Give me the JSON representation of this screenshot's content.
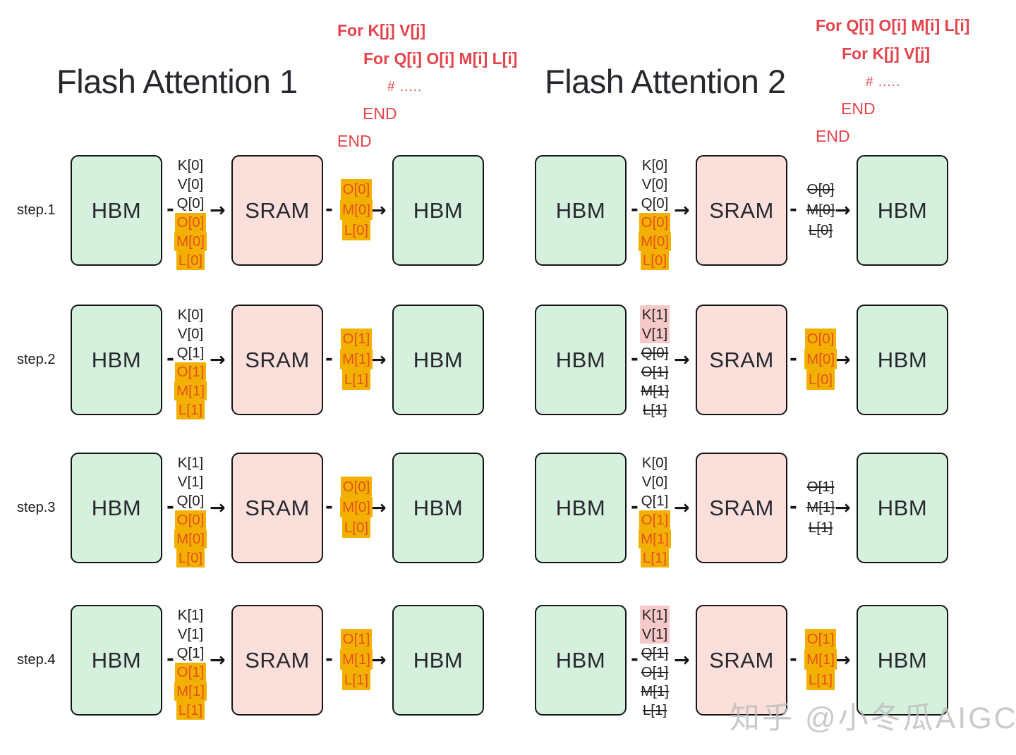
{
  "colors": {
    "hbm_fill": "#d6f0de",
    "sram_fill": "#fadfdb",
    "box_border": "#151515",
    "hl_orange": "#f2b100",
    "hl_orange_text": "#e8501e",
    "hl_pink": "#f8c9c9",
    "code_red": "#e5444c",
    "label_black": "#222222",
    "title_color": "#26282e",
    "watermark_gray": "#bdbdbd"
  },
  "glyphs": {
    "arrow": "→",
    "dash": "-"
  },
  "box_labels": {
    "source": "HBM",
    "compute": "SRAM",
    "dest": "HBM"
  },
  "watermark": "知乎 @小冬瓜AIGC",
  "panels": [
    {
      "title": "Flash Attention 1",
      "code_lines": [
        {
          "text": "For K[j] V[j]"
        },
        {
          "text": "For Q[i] O[i] M[i] L[i]"
        },
        {
          "text": "# ....."
        },
        {
          "text": "END"
        },
        {
          "text": "END"
        }
      ],
      "steps": [
        {
          "label": "step.1",
          "load_labels": [
            {
              "t": "K[0]",
              "s": "plain"
            },
            {
              "t": "V[0]",
              "s": "plain"
            },
            {
              "t": "Q[0]",
              "s": "plain"
            },
            {
              "t": "O[0]",
              "s": "orange"
            },
            {
              "t": "M[0]",
              "s": "orange"
            },
            {
              "t": "L[0]",
              "s": "orange"
            }
          ],
          "store_labels": [
            {
              "t": "O[0]",
              "s": "orange"
            },
            {
              "t": "M[0]",
              "s": "orange"
            },
            {
              "t": "L[0]",
              "s": "orange"
            }
          ]
        },
        {
          "label": "step.2",
          "load_labels": [
            {
              "t": "K[0]",
              "s": "plain"
            },
            {
              "t": "V[0]",
              "s": "plain"
            },
            {
              "t": "Q[1]",
              "s": "plain"
            },
            {
              "t": "O[1]",
              "s": "orange"
            },
            {
              "t": "M[1]",
              "s": "orange"
            },
            {
              "t": "L[1]",
              "s": "orange"
            }
          ],
          "store_labels": [
            {
              "t": "O[1]",
              "s": "orange"
            },
            {
              "t": "M[1]",
              "s": "orange"
            },
            {
              "t": "L[1]",
              "s": "orange"
            }
          ]
        },
        {
          "label": "step.3",
          "load_labels": [
            {
              "t": "K[1]",
              "s": "plain"
            },
            {
              "t": "V[1]",
              "s": "plain"
            },
            {
              "t": "Q[0]",
              "s": "plain"
            },
            {
              "t": "O[0]",
              "s": "orange"
            },
            {
              "t": "M[0]",
              "s": "orange"
            },
            {
              "t": "L[0]",
              "s": "orange"
            }
          ],
          "store_labels": [
            {
              "t": "O[0]",
              "s": "orange"
            },
            {
              "t": "M[0]",
              "s": "orange"
            },
            {
              "t": "L[0]",
              "s": "orange"
            }
          ]
        },
        {
          "label": "step.4",
          "load_labels": [
            {
              "t": "K[1]",
              "s": "plain"
            },
            {
              "t": "V[1]",
              "s": "plain"
            },
            {
              "t": "Q[1]",
              "s": "plain"
            },
            {
              "t": "O[1]",
              "s": "orange"
            },
            {
              "t": "M[1]",
              "s": "orange"
            },
            {
              "t": "L[1]",
              "s": "orange"
            }
          ],
          "store_labels": [
            {
              "t": "O[1]",
              "s": "orange"
            },
            {
              "t": "M[1]",
              "s": "orange"
            },
            {
              "t": "L[1]",
              "s": "orange"
            }
          ]
        }
      ]
    },
    {
      "title": "Flash Attention 2",
      "code_lines": [
        {
          "text": "For Q[i] O[i] M[i] L[i]"
        },
        {
          "text": "For K[j] V[j]"
        },
        {
          "text": "# ....."
        },
        {
          "text": "END"
        },
        {
          "text": "END"
        }
      ],
      "steps": [
        {
          "label": "",
          "load_labels": [
            {
              "t": "K[0]",
              "s": "plain"
            },
            {
              "t": "V[0]",
              "s": "plain"
            },
            {
              "t": "Q[0]",
              "s": "plain"
            },
            {
              "t": "O[0]",
              "s": "orange"
            },
            {
              "t": "M[0]",
              "s": "orange"
            },
            {
              "t": "L[0]",
              "s": "orange"
            }
          ],
          "store_labels": [
            {
              "t": "O[0]",
              "s": "strike"
            },
            {
              "t": "M[0]",
              "s": "strike"
            },
            {
              "t": "L[0]",
              "s": "strike"
            }
          ]
        },
        {
          "label": "",
          "load_labels": [
            {
              "t": "K[1]",
              "s": "pink"
            },
            {
              "t": "V[1]",
              "s": "pink"
            },
            {
              "t": "Q[0]",
              "s": "strike"
            },
            {
              "t": "O[1]",
              "s": "strike"
            },
            {
              "t": "M[1]",
              "s": "strike"
            },
            {
              "t": "L[1]",
              "s": "strike"
            }
          ],
          "store_labels": [
            {
              "t": "O[0]",
              "s": "orange"
            },
            {
              "t": "M[0]",
              "s": "orange"
            },
            {
              "t": "L[0]",
              "s": "orange"
            }
          ]
        },
        {
          "label": "",
          "load_labels": [
            {
              "t": "K[0]",
              "s": "plain"
            },
            {
              "t": "V[0]",
              "s": "plain"
            },
            {
              "t": "Q[1]",
              "s": "plain"
            },
            {
              "t": "O[1]",
              "s": "orange"
            },
            {
              "t": "M[1]",
              "s": "orange"
            },
            {
              "t": "L[1]",
              "s": "orange"
            }
          ],
          "store_labels": [
            {
              "t": "O[1]",
              "s": "strike"
            },
            {
              "t": "M[1]",
              "s": "strike"
            },
            {
              "t": "L[1]",
              "s": "strike"
            }
          ]
        },
        {
          "label": "",
          "load_labels": [
            {
              "t": "K[1]",
              "s": "pink"
            },
            {
              "t": "V[1]",
              "s": "pink"
            },
            {
              "t": "Q[1]",
              "s": "strike"
            },
            {
              "t": "O[1]",
              "s": "strike"
            },
            {
              "t": "M[1]",
              "s": "strike"
            },
            {
              "t": "L[1]",
              "s": "strike"
            }
          ],
          "store_labels": [
            {
              "t": "O[1]",
              "s": "orange"
            },
            {
              "t": "M[1]",
              "s": "orange"
            },
            {
              "t": "L[1]",
              "s": "orange"
            }
          ]
        }
      ]
    }
  ]
}
